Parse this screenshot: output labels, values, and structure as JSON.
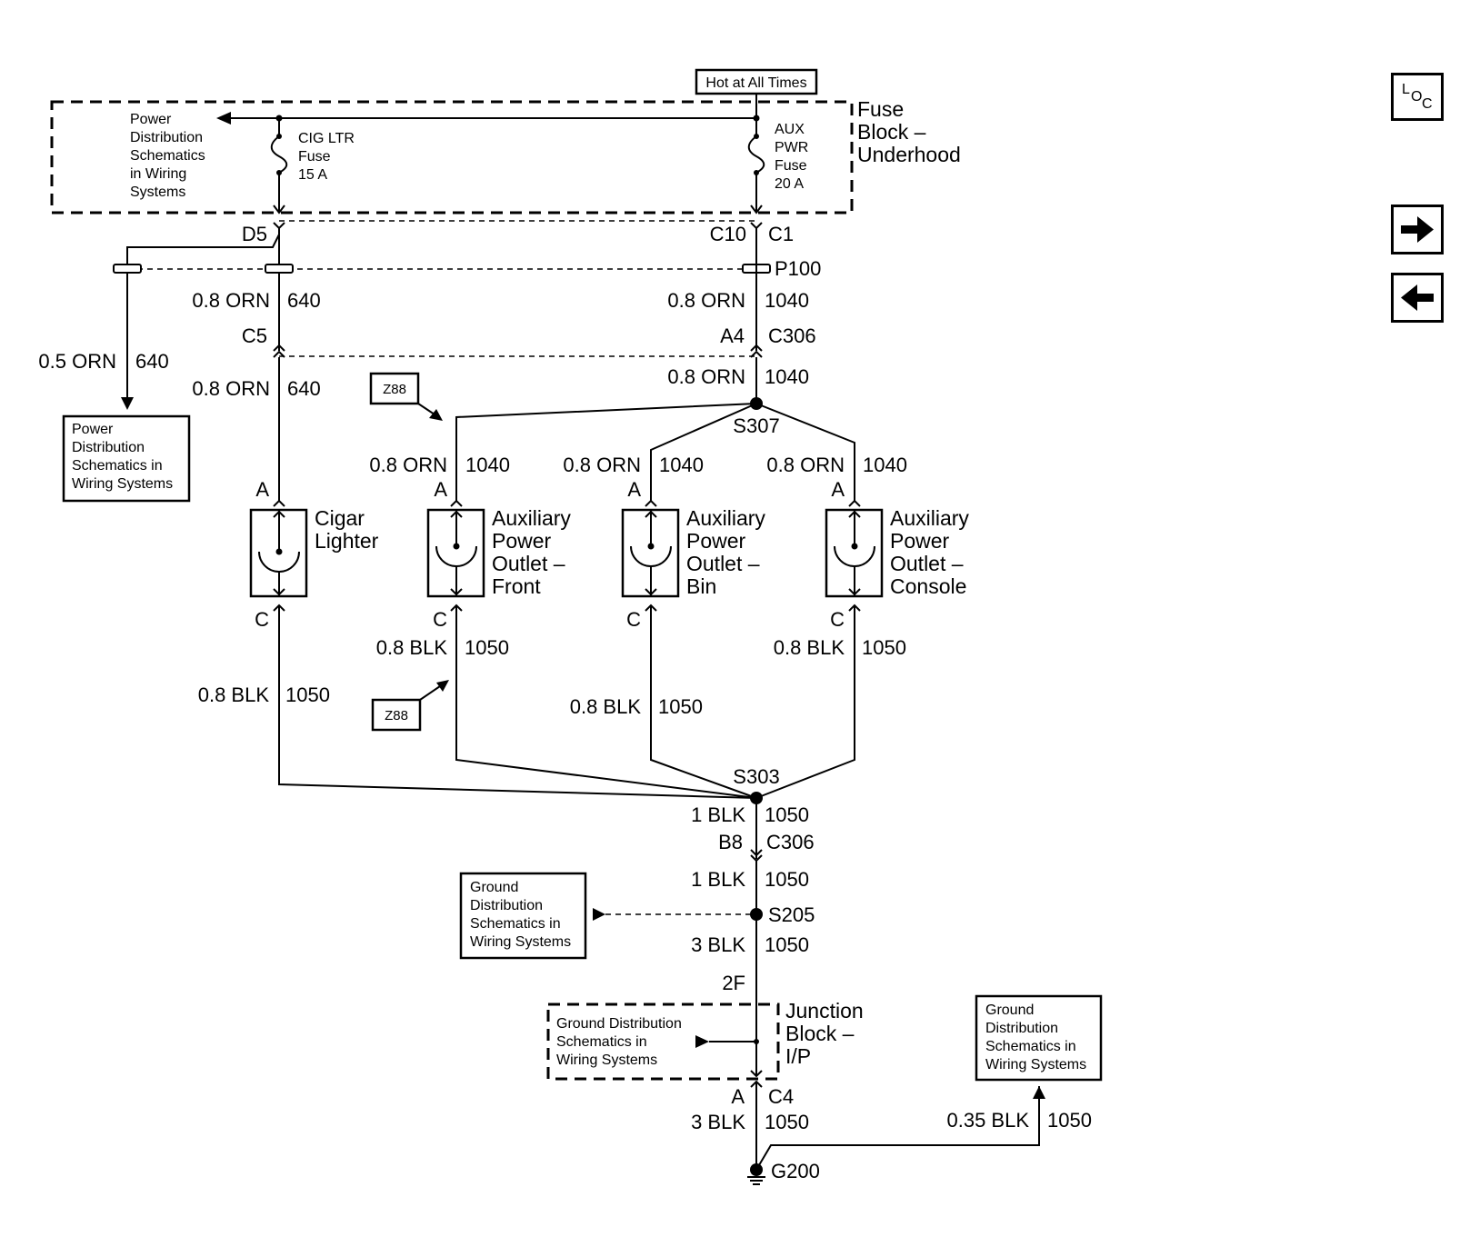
{
  "header": {
    "hot_label": "Hot at All Times"
  },
  "fuse_block": {
    "title_lines": [
      "Fuse",
      "Block –",
      "Underhood"
    ],
    "pds_lines": [
      "Power",
      "Distribution",
      "Schematics",
      "in Wiring",
      "Systems"
    ],
    "cig_fuse_lines": [
      "CIG LTR",
      "Fuse",
      "15 A"
    ],
    "aux_fuse_lines": [
      "AUX",
      "PWR",
      "Fuse",
      "20 A"
    ]
  },
  "connectors": {
    "d5": "D5",
    "c10": "C10",
    "c1": "C1",
    "p100": "P100",
    "c5": "C5",
    "a4": "A4",
    "c306": "C306",
    "b8": "B8",
    "c306b": "C306",
    "two_f": "2F",
    "a_bottom": "A",
    "c4": "C4"
  },
  "splices": {
    "s307": "S307",
    "s303": "S303",
    "s205": "S205",
    "g200": "G200"
  },
  "wires": {
    "w_0_8_orn": "0.8 ORN",
    "w_0_5_orn": "0.5 ORN",
    "w_0_8_blk": "0.8 BLK",
    "w_1_blk": "1 BLK",
    "w_3_blk": "3 BLK",
    "w_0_35_blk": "0.35 BLK",
    "c640": "640",
    "c1040": "1040",
    "c1050": "1050"
  },
  "pins": {
    "a": "A",
    "c": "C"
  },
  "options": {
    "z88": "Z88"
  },
  "components": {
    "cigar_lines": [
      "Cigar",
      "Lighter"
    ],
    "aux_front_lines": [
      "Auxiliary",
      "Power",
      "Outlet –",
      "Front"
    ],
    "aux_bin_lines": [
      "Auxiliary",
      "Power",
      "Outlet –",
      "Bin"
    ],
    "aux_console_lines": [
      "Auxiliary",
      "Power",
      "Outlet –",
      "Console"
    ]
  },
  "references": {
    "pds_lines": [
      "Power",
      "Distribution",
      "Schematics in",
      "Wiring Systems"
    ],
    "gds_lines": [
      "Ground",
      "Distribution",
      "Schematics in",
      "Wiring Systems"
    ],
    "jb_gds_lines": [
      "Ground Distribution",
      "Schematics in",
      "Wiring Systems"
    ]
  },
  "junction_block": {
    "title_lines": [
      "Junction",
      "Block –",
      "I/P"
    ]
  },
  "nav": {
    "loc_label": "LOC",
    "next_icon": "arrow-right-icon",
    "prev_icon": "arrow-left-icon"
  }
}
